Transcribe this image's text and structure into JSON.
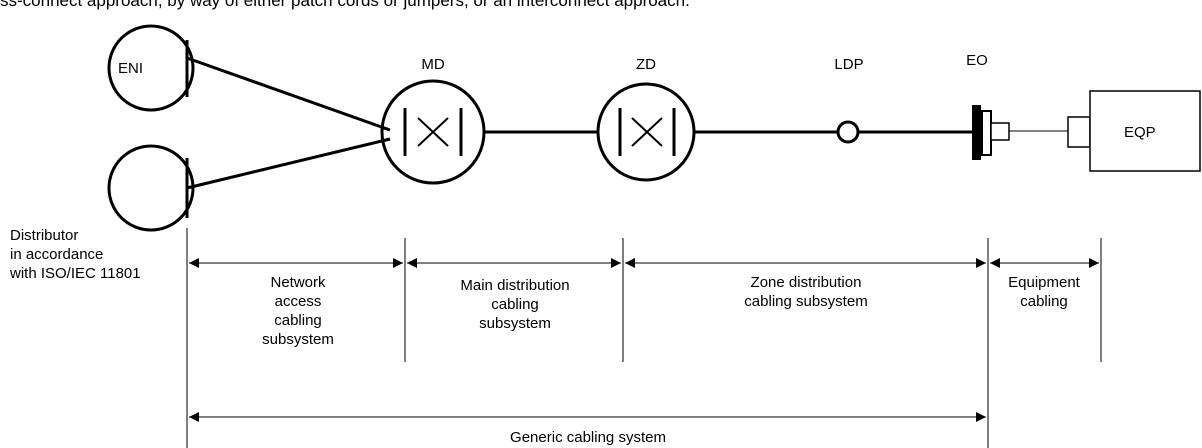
{
  "header_text": "ss-connect approach, by way of either patch cords or jumpers, or an interconnect approach.",
  "nodes": {
    "eni": "ENI",
    "md": "MD",
    "zd": "ZD",
    "ldp": "LDP",
    "eo": "EO",
    "eqp": "EQP"
  },
  "distributor_note": [
    "Distributor",
    "in accordance",
    "with ISO/IEC 11801"
  ],
  "segments": {
    "network_access": [
      "Network",
      "access",
      "cabling",
      "subsystem"
    ],
    "main_distribution": [
      "Main distribution",
      "cabling",
      "subsystem"
    ],
    "zone_distribution": [
      "Zone distribution",
      "cabling subsystem"
    ],
    "equipment": [
      "Equipment",
      "cabling"
    ]
  },
  "overall_span": "Generic cabling system"
}
